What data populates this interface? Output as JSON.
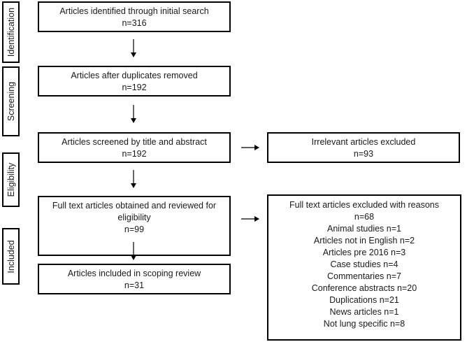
{
  "stages": {
    "identification": "Identification",
    "screening": "Screening",
    "eligibility": "Eligibility",
    "included": "Included"
  },
  "boxes": {
    "initial": {
      "title": "Articles identified through initial search",
      "count": "n=316"
    },
    "duplicates": {
      "title": "Articles after duplicates removed",
      "count": "n=192"
    },
    "screened": {
      "title": "Articles screened by title and abstract",
      "count": "n=192"
    },
    "irrelevant": {
      "title": "Irrelevant articles excluded",
      "count": "n=93"
    },
    "fulltext": {
      "title_line1": "Full text articles obtained and reviewed for",
      "title_line2": "eligibility",
      "count": "n=99"
    },
    "included": {
      "title": "Articles included in scoping review",
      "count": "n=31"
    },
    "excluded": {
      "title": "Full text articles excluded with reasons",
      "count": "n=68",
      "reasons": [
        "Animal studies n=1",
        "Articles not in English n=2",
        "Articles pre 2016 n=3",
        "Case studies n=4",
        "Commentaries n=7",
        "Conference abstracts n=20",
        "Duplications n=21",
        "News articles n=1",
        "Not lung specific n=8"
      ]
    }
  }
}
